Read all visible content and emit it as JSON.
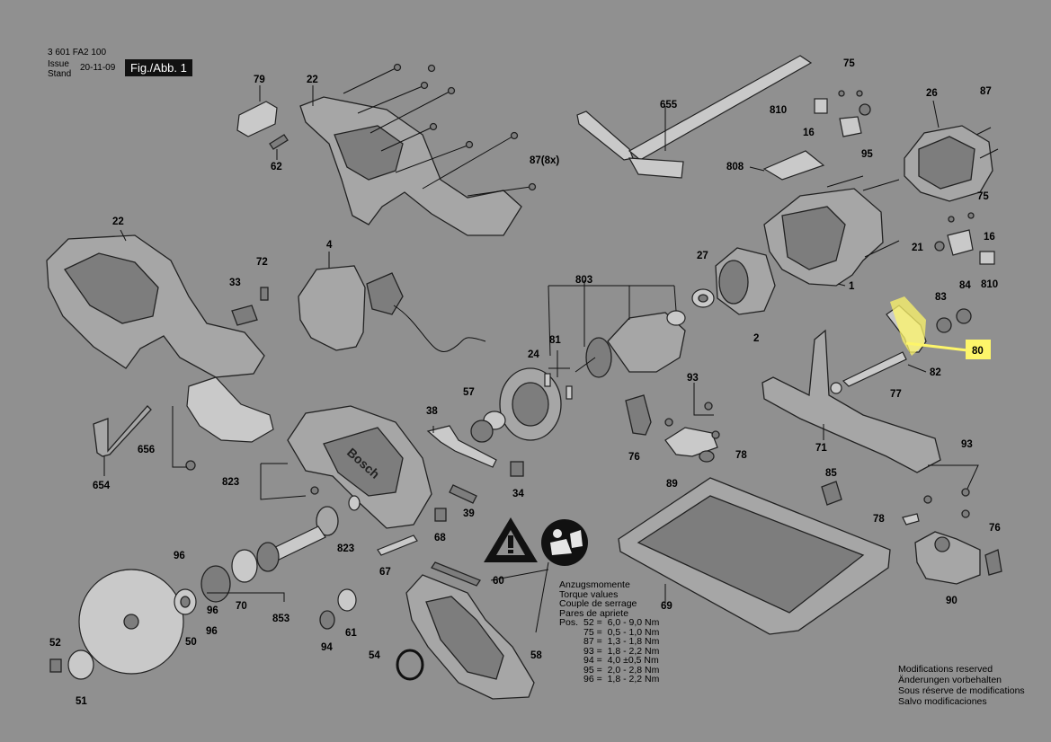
{
  "header": {
    "doc_number": "3 601 FA2 100",
    "issue_label": "Issue",
    "stand_label": "Stand",
    "date": "20-11-09",
    "figure_label": "Fig./Abb. 1"
  },
  "torque_table": {
    "title_lines": [
      "Anzugsmomente",
      "Torque values",
      "Couple de serrage",
      "Pares de apriete"
    ],
    "pos_label": "Pos.",
    "rows": [
      {
        "pos": "52",
        "value": "6,0 - 9,0 Nm"
      },
      {
        "pos": "75",
        "value": "0,5 - 1,0 Nm"
      },
      {
        "pos": "87",
        "value": "1,3 - 1,8 Nm"
      },
      {
        "pos": "93",
        "value": "1,8 - 2,2 Nm"
      },
      {
        "pos": "94",
        "value": "4,0 ±0,5 Nm"
      },
      {
        "pos": "95",
        "value": "2,0 - 2,8 Nm"
      },
      {
        "pos": "96",
        "value": "1,8 - 2,2 Nm"
      }
    ]
  },
  "modifications": [
    "Modifications reserved",
    "Änderungen vorbehalten",
    "Sous réserve de modifications",
    "Salvo modificaciones"
  ],
  "highlight_color": "#fdf56a",
  "callouts": [
    "79",
    "22",
    "62",
    "87(8x)",
    "655",
    "75",
    "810",
    "16",
    "26",
    "87",
    "808",
    "95",
    "75",
    "21",
    "16",
    "810",
    "22",
    "4",
    "33",
    "72",
    "803",
    "27",
    "1",
    "2",
    "83",
    "84",
    "80",
    "82",
    "77",
    "24",
    "81",
    "93",
    "57",
    "38",
    "76",
    "78",
    "89",
    "71",
    "656",
    "823",
    "34",
    "39",
    "654",
    "96",
    "823",
    "68",
    "85",
    "93",
    "78",
    "76",
    "60",
    "67",
    "69",
    "96",
    "70",
    "853",
    "50",
    "96",
    "94",
    "61",
    "90",
    "52",
    "54",
    "58",
    "51",
    "embedded_logo_bosch"
  ]
}
